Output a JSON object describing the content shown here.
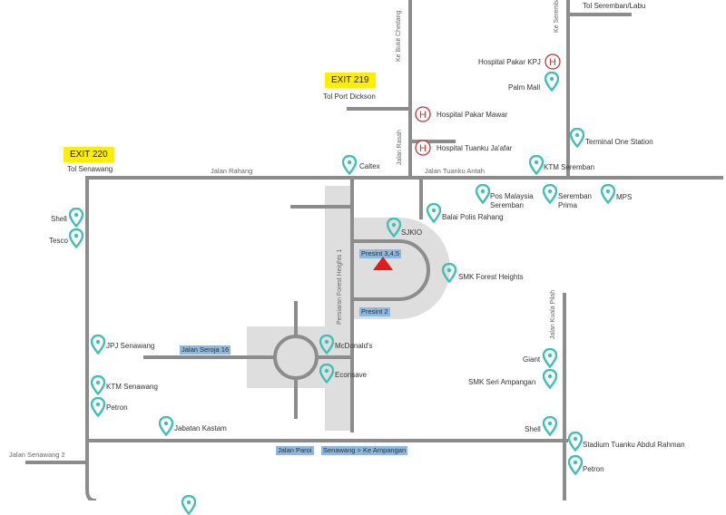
{
  "exits": {
    "exit_219": "EXIT 219",
    "exit_220": "EXIT 220"
  },
  "tolls": {
    "port_dickson": "Tol Port Dickson",
    "senawang": "Tol Senawang",
    "seremban_labu": "Tol Seremban/Labu"
  },
  "roads": {
    "ke_bukit_chedang": "Ke Bukit Chedang",
    "ke_seremban": "Ke Seremban",
    "jalan_rasah": "Jalan Rasah",
    "jalan_rahang": "Jalan Rahang",
    "jalan_tuanku_antah": "Jalan Tuanku Antah",
    "persiaran_forest_heights": "Persiaran Forest Heights 1",
    "jalan_kuala_pilah": "Jalan Kuala Pilah",
    "jalan_senawang_2": "Jalan Senawang 2"
  },
  "highlighted_roads": {
    "presint_345": "Presint 3,4,5",
    "presint_2": "Presint 2",
    "jalan_seroja": "Jalan Seroja 16",
    "jalan_paroi": "Jalan Paroi",
    "senawang_ampangan": "Senawang > Ke Ampangan"
  },
  "hospitals": {
    "pakar_kpj": "Hospital Pakar KPJ",
    "pakar_mawar": "Hospital Pakar Mawar",
    "tuanku_jaafar": "Hospital Tuanku Ja'afar"
  },
  "places": {
    "palm_mall": "Palm Mall",
    "terminal_one": "Terminal One Station",
    "caltex": "Caltex",
    "ktm_seremban": "KTM Seremban",
    "pos_malaysia": "Pos Malaysia\nSeremban",
    "seremban_prima": "Seremban\nPrima",
    "mps": "MPS",
    "balai_polis": "Balai Polis Rahang",
    "sjkio": "SJKIO",
    "smk_forest": "SMK Forest Heights",
    "shell_west": "Shell",
    "tesco": "Tesco",
    "jpj": "JPJ Senawang",
    "ktm_senawang": "KTM Senawang",
    "petron_west": "Petron",
    "mcdonalds": "McDonald's",
    "econsave": "Econsave",
    "jabatan_kastam": "Jabatan Kastam",
    "giant": "Giant",
    "smk_seri_ampangan": "SMK Seri Ampangan",
    "shell_east": "Shell",
    "stadium": "Stadium Tuanku Abdul Rahman",
    "petron_east": "Petron"
  },
  "colors": {
    "road": "#8c8c8c",
    "area": "#dedede",
    "pin": "#3fbfb6",
    "exit_bg": "#ffee00",
    "hospital": "#b83838",
    "highlight": "#8fb8de",
    "marker": "#e31b1b"
  }
}
